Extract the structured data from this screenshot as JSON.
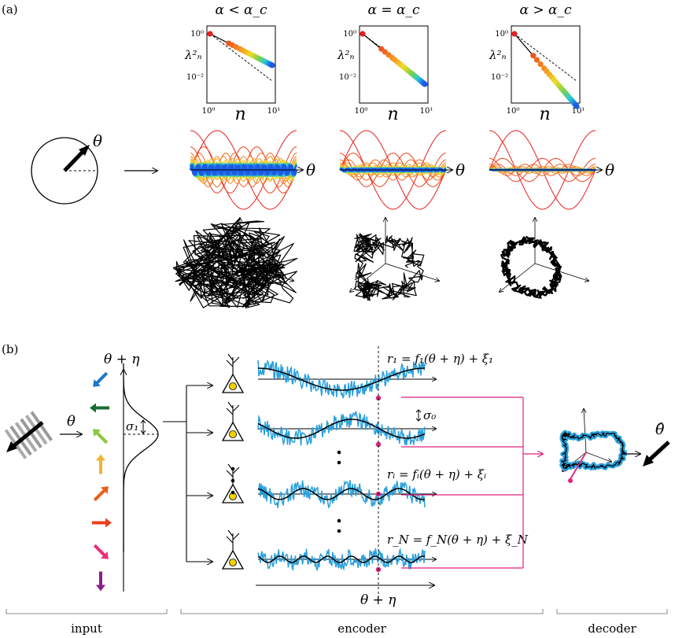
{
  "panel_a": {
    "label": "(a)",
    "columns": [
      {
        "header": "α < α_c"
      },
      {
        "header": "α = α_c"
      },
      {
        "header": "α > α_c"
      }
    ],
    "spectrum_ylabel": "λ²ₙ",
    "spectrum_xlabel": "n",
    "spectrum_yticks": [
      "10⁰",
      "10⁻²"
    ],
    "spectrum_xticks": [
      "10⁰",
      "10¹"
    ],
    "theta_label": "θ"
  },
  "panel_b": {
    "label": "(b)",
    "stimulus_label": "θ",
    "input_axis_label": "θ + η",
    "sigma1_label": "σ₁",
    "sigma0_label": "σ₀",
    "eq1": "r₁ = f₁(θ + η) + ξ₁",
    "eqi": "rᵢ = fᵢ(θ + η) + ξᵢ",
    "eqN": "r_N = f_N(θ + η) + ξ_N",
    "encoder_axis_label": "θ + η",
    "decoded_label": "θ̂",
    "arrow_colors": [
      "#1f77c9",
      "#1a6e2e",
      "#8cc63f",
      "#f5b130",
      "#e8601c",
      "#e8401c",
      "#e8307a",
      "#8b1e8b"
    ],
    "noise_color": "#2aa0dc",
    "link_color": "#e0207f",
    "sections": [
      "input",
      "encoder",
      "decoder"
    ]
  }
}
